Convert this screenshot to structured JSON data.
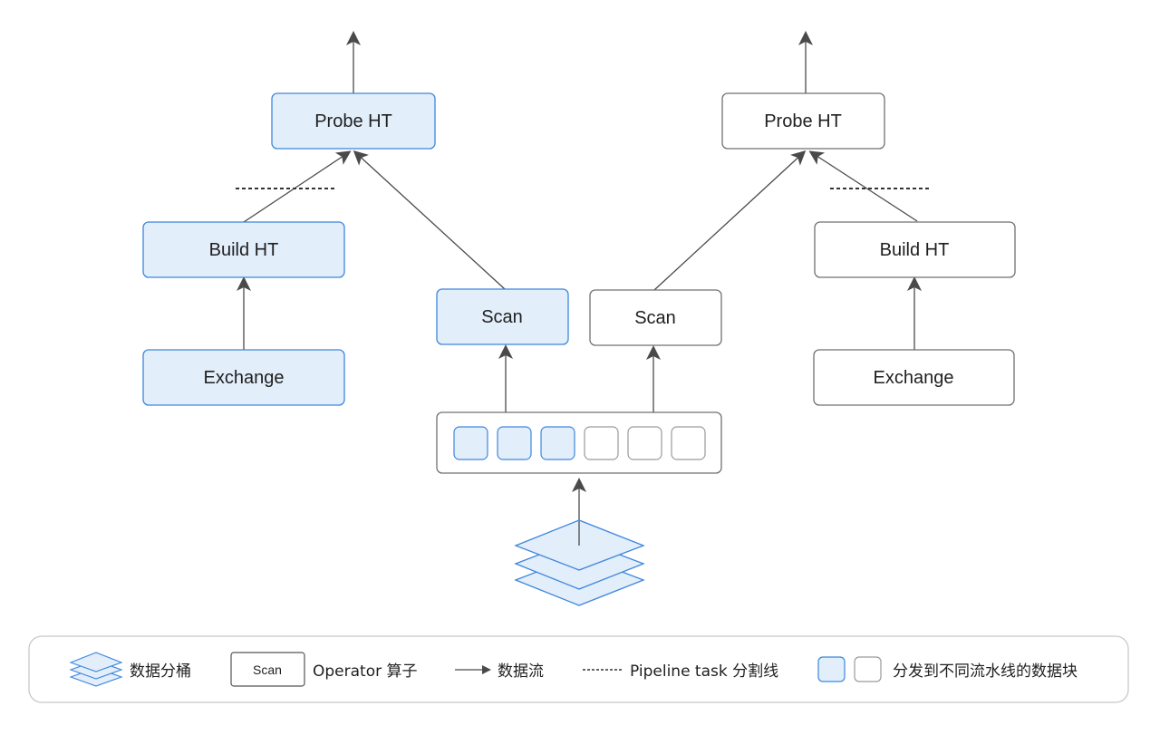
{
  "colors": {
    "blue_fill": "#e3eefb",
    "blue_stroke": "#3d86dd",
    "grey_stroke": "#707070",
    "arrow": "#4a4a4a",
    "text": "#1f1f1f"
  },
  "nodes": {
    "left_probe": "Probe HT",
    "left_build": "Build HT",
    "left_exchange": "Exchange",
    "left_scan": "Scan",
    "right_scan": "Scan",
    "right_probe": "Probe HT",
    "right_build": "Build HT",
    "right_exchange": "Exchange"
  },
  "data_blocks": [
    {
      "assigned": "blue"
    },
    {
      "assigned": "blue"
    },
    {
      "assigned": "blue"
    },
    {
      "assigned": "white"
    },
    {
      "assigned": "white"
    },
    {
      "assigned": "white"
    }
  ],
  "legend": {
    "bucket_label": "数据分桶",
    "operator_sample": "Scan",
    "operator_label": "Operator 算子",
    "dataflow_label": "数据流",
    "pipeline_label": "Pipeline task 分割线",
    "blocks_label": "分发到不同流水线的数据块"
  },
  "icons": {
    "bucket": "stacked-layers-icon",
    "arrow": "arrow-right-icon",
    "divider": "dashed-line-icon"
  }
}
